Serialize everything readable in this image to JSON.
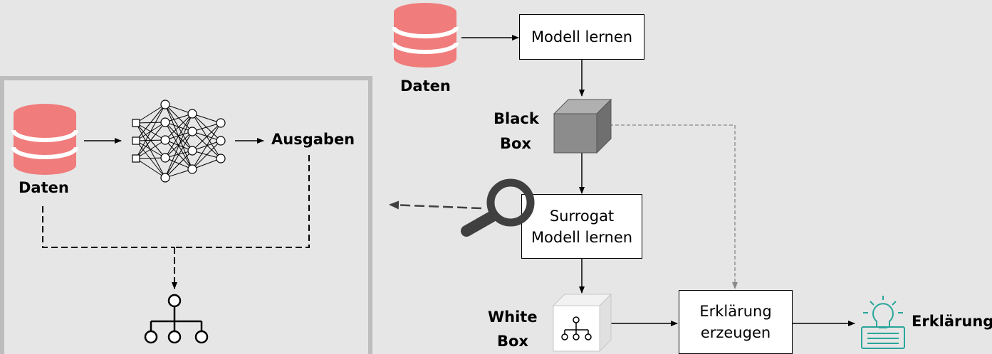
{
  "labels": {
    "daten_top": "Daten",
    "daten_left": "Daten",
    "ausgaben": "Ausgaben",
    "black_box_line1": "Black",
    "black_box_line2": "Box",
    "white_box_line1": "White",
    "white_box_line2": "Box",
    "erklaerung_final": "Erklärung"
  },
  "boxes": {
    "modell_lernen": "Modell lernen",
    "surrogat_line1": "Surrogat",
    "surrogat_line2": "Modell lernen",
    "erklaerung_line1": "Erklärung",
    "erklaerung_line2": "erzeugen"
  },
  "colors": {
    "database": "#f07c7c",
    "database_stripe": "#ffffff",
    "panel_border": "#bdbdbd",
    "black_box": "#8c8c8c",
    "magnifier": "#404040",
    "idea_icon": "#2aa59a"
  }
}
